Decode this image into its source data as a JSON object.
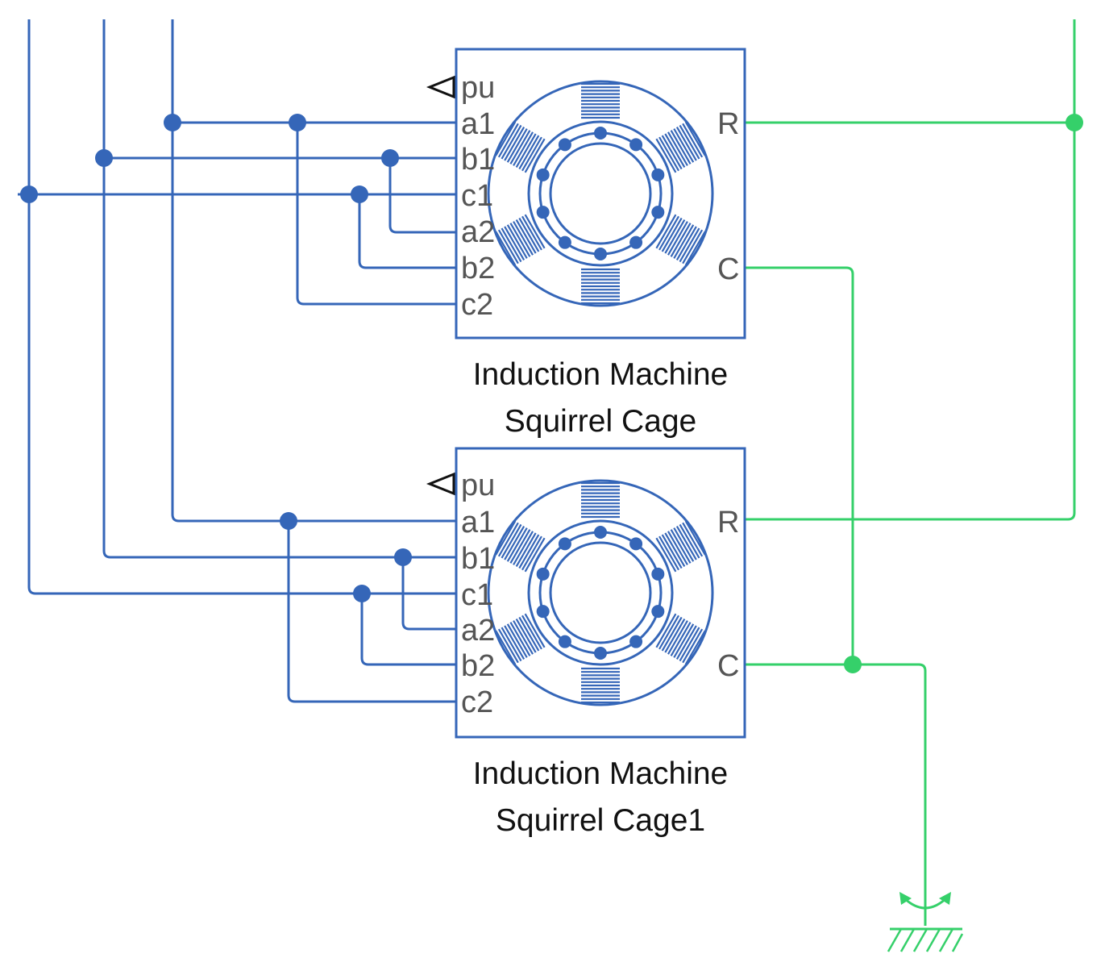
{
  "blocks": [
    {
      "id": "im1",
      "caption_line1": "Induction Machine",
      "caption_line2": "Squirrel Cage",
      "ports_left": [
        "pu",
        "a1",
        "b1",
        "c1",
        "a2",
        "b2",
        "c2"
      ],
      "ports_right": [
        "R",
        "C"
      ]
    },
    {
      "id": "im2",
      "caption_line1": "Induction Machine",
      "caption_line2": "Squirrel Cage1",
      "ports_left": [
        "pu",
        "a1",
        "b1",
        "c1",
        "a2",
        "b2",
        "c2"
      ],
      "ports_right": [
        "R",
        "C"
      ]
    }
  ],
  "colors": {
    "electrical": "#3566b8",
    "mechanical": "#35d06a",
    "label": "#555555",
    "caption": "#111111"
  },
  "icons": [
    "pu-output-arrow-icon",
    "induction-machine-icon",
    "mechanical-ground-icon",
    "junction-dot-icon"
  ]
}
